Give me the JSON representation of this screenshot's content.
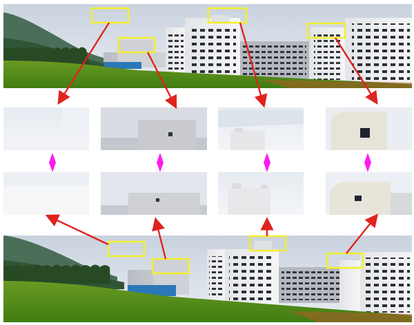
{
  "figure": {
    "panoramas": [
      {
        "id": "top-panorama",
        "role": "stitched panorama (upper)"
      },
      {
        "id": "bottom-panorama",
        "role": "stitched panorama (lower)"
      }
    ],
    "highlight_color": "#f3ef2c",
    "arrow_color": "#e0231f",
    "pair_marker_color": "#ff1cf0",
    "crop_columns": 4,
    "crop_rows": 2
  }
}
